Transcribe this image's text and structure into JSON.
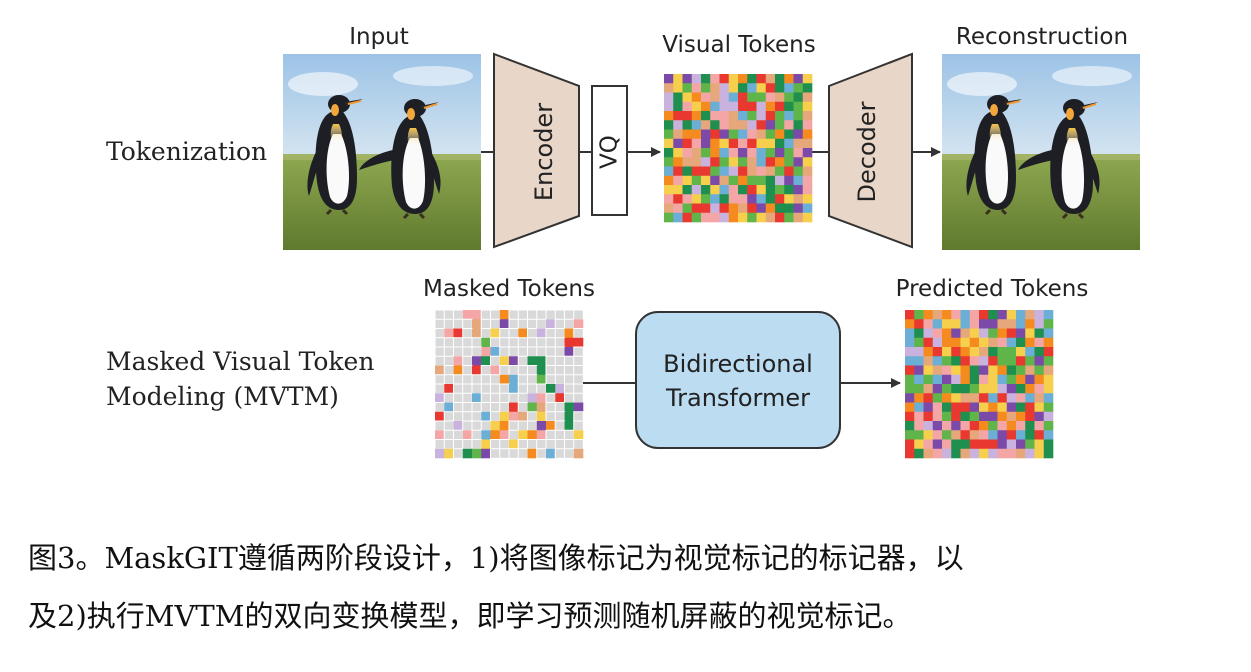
{
  "diagram": {
    "rows": {
      "tokenization": "Tokenization",
      "mvtm_line1": "Masked Visual Token",
      "mvtm_line2": "Modeling (MVTM)"
    },
    "titles": {
      "input": "Input",
      "visual_tokens": "Visual Tokens",
      "reconstruction": "Reconstruction",
      "masked_tokens": "Masked Tokens",
      "predicted_tokens": "Predicted Tokens"
    },
    "blocks": {
      "encoder": "Encoder",
      "vq": "VQ",
      "decoder": "Decoder",
      "transformer_line1": "Bidirectional",
      "transformer_line2": "Transformer"
    },
    "token_palette": [
      "#e8382f",
      "#f58b1f",
      "#f6d04d",
      "#5fb54a",
      "#1f8f4f",
      "#7b4aa8",
      "#6baed6",
      "#f4a6a6",
      "#c9b3de",
      "#e6a77a"
    ],
    "mask_color": "#d9d9d9",
    "colors": {
      "block_fill": "#e8d6c8",
      "transformer_fill": "#bcdcf2",
      "stroke": "#333333"
    }
  },
  "caption": {
    "line1": "图3。MaskGIT遵循两阶段设计，1)将图像标记为视觉标记的标记器，以",
    "line2": "及2)执行MVTM的双向变换模型，即学习预测随机屏蔽的视觉标记。"
  }
}
